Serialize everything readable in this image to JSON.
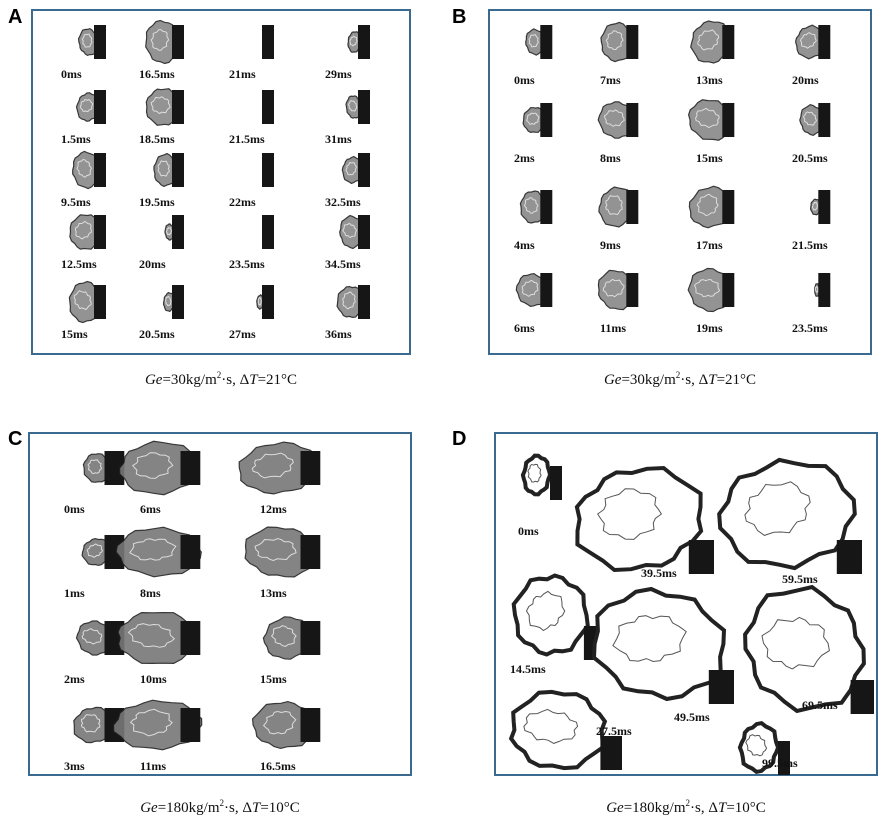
{
  "panels": [
    {
      "letter": "A",
      "caption": {
        "prefix": "Ge",
        "value": "=30kg/m",
        "sup": "2",
        "mid": "·s, Δ",
        "var": "T",
        "suffix": "=21°C"
      },
      "frames": [
        "0ms",
        "16.5ms",
        "21ms",
        "29ms",
        "1.5ms",
        "18.5ms",
        "21.5ms",
        "31ms",
        "9.5ms",
        "19.5ms",
        "22ms",
        "32.5ms",
        "12.5ms",
        "20ms",
        "23.5ms",
        "34.5ms",
        "15ms",
        "20.5ms",
        "27ms",
        "36ms"
      ]
    },
    {
      "letter": "B",
      "caption": {
        "prefix": "Ge",
        "value": "=30kg/m",
        "sup": "2",
        "mid": "·s, Δ",
        "var": "T",
        "suffix": "=21°C"
      },
      "frames": [
        "0ms",
        "7ms",
        "13ms",
        "20ms",
        "2ms",
        "8ms",
        "15ms",
        "20.5ms",
        "4ms",
        "9ms",
        "17ms",
        "21.5ms",
        "6ms",
        "11ms",
        "19ms",
        "23.5ms"
      ]
    },
    {
      "letter": "C",
      "caption": {
        "prefix": "Ge",
        "value": "=180kg/m",
        "sup": "2",
        "mid": "·s, Δ",
        "var": "T",
        "suffix": "=10°C"
      },
      "frames": [
        "0ms",
        "6ms",
        "12ms",
        "1ms",
        "8ms",
        "13ms",
        "2ms",
        "10ms",
        "15ms",
        "3ms",
        "11ms",
        "16.5ms"
      ]
    },
    {
      "letter": "D",
      "caption": {
        "prefix": "Ge",
        "value": "=180kg/m",
        "sup": "2",
        "mid": "·s, Δ",
        "var": "T",
        "suffix": "=10°C"
      },
      "frames": [
        "0ms",
        "39.5ms",
        "59.5ms",
        "14.5ms",
        "49.5ms",
        "69.5ms",
        "27.5ms",
        "99.5ms"
      ]
    }
  ]
}
